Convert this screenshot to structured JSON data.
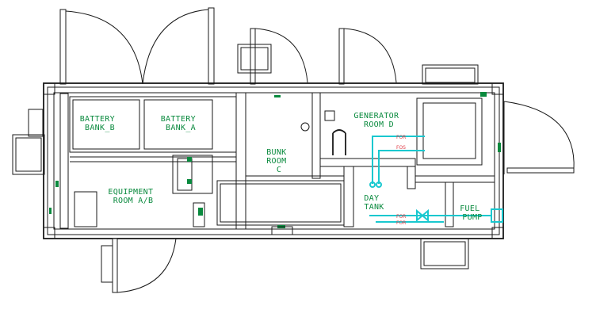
{
  "colors": {
    "linework": "#1a1a1a",
    "label": "#0a8a3e",
    "fuel_pipe": "#19c8cf",
    "pipe_tag": "#e0404a",
    "background": "#ffffff"
  },
  "rooms": {
    "battery_bank_b": [
      "BATTERY",
      "BANK_B"
    ],
    "battery_bank_a": [
      "BATTERY",
      "BANK_A"
    ],
    "equipment_room": [
      "EQUIPMENT",
      "ROOM A/B"
    ],
    "bunk_room": [
      "BUNK",
      "ROOM",
      "C"
    ],
    "generator_room": [
      "GENERATOR",
      "ROOM D"
    ],
    "day_tank": [
      "DAY",
      "TANK"
    ],
    "fuel_pump": [
      "FUEL",
      "PUMP"
    ]
  },
  "pipe_tags": {
    "upper_supply": "FOR",
    "upper_return": "FOS",
    "lower_supply": "FOR",
    "lower_return": "FOR"
  }
}
